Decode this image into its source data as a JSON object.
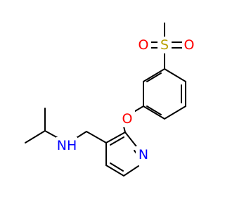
{
  "molecule": {
    "atoms": {
      "s": {
        "symbol": "S",
        "color": "#b8a000"
      },
      "o_top": {
        "symbol": "O",
        "color": "#ff0000"
      },
      "o_left": {
        "symbol": "O",
        "color": "#ff0000"
      },
      "o_ether": {
        "symbol": "O",
        "color": "#ff0000"
      },
      "n_pyridine": {
        "symbol": "N",
        "color": "#0000ff"
      },
      "nh": {
        "symbol": "NH",
        "color": "#0000ff"
      }
    }
  }
}
